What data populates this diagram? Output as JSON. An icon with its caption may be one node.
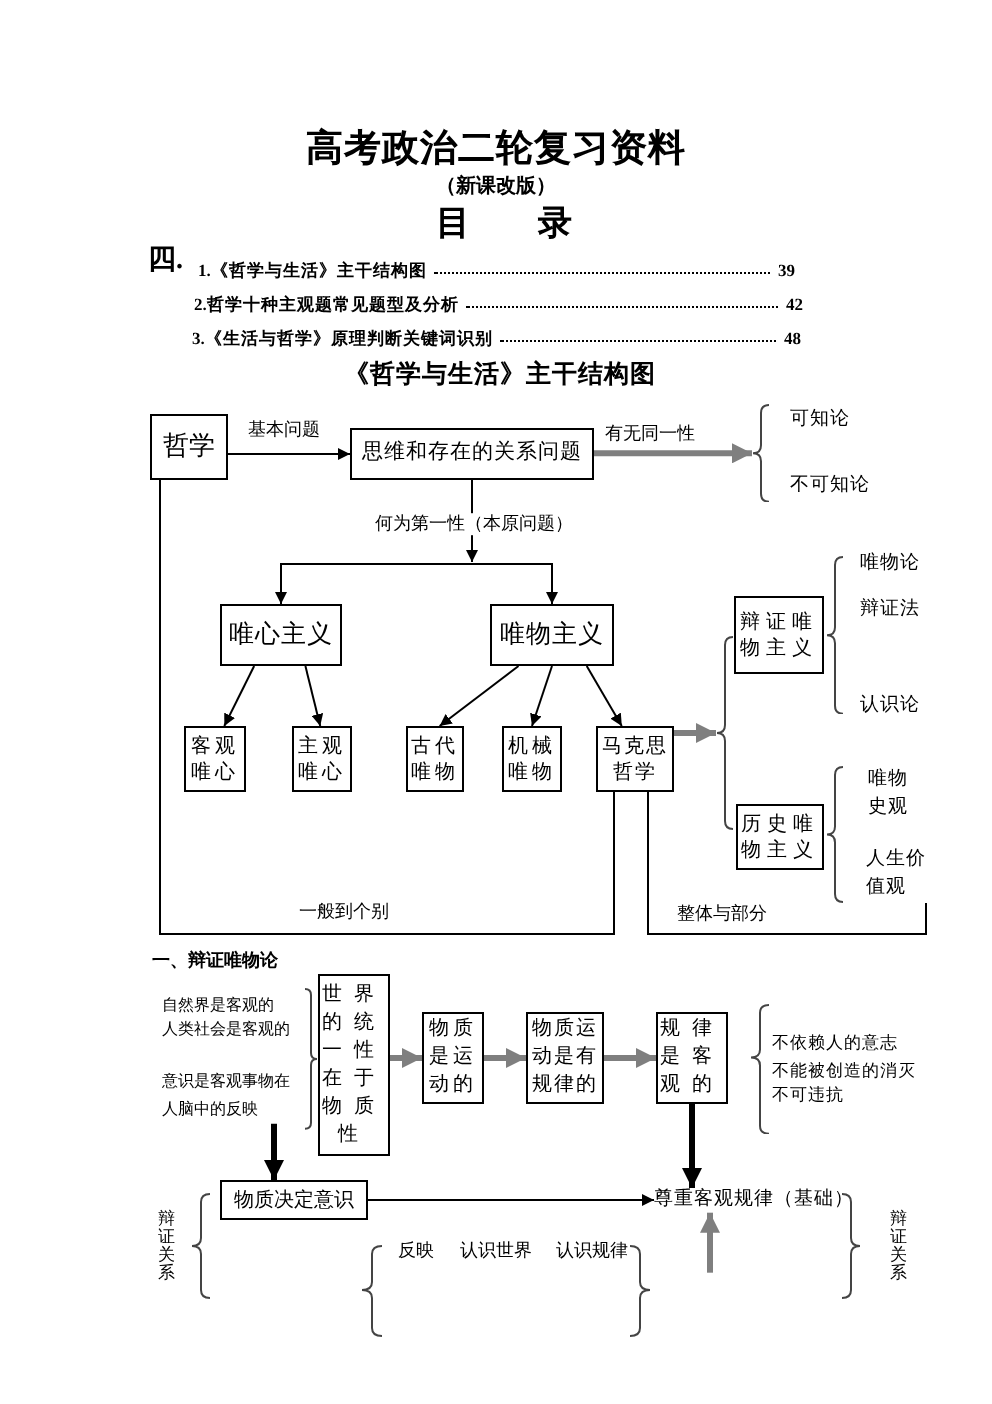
{
  "diagram": {
    "title": "高考政治二轮复习资料",
    "nodes": [
      {
        "text": [
          "哲学"
        ]
      },
      {
        "text": [
          "思维和存在的关系问题"
        ]
      },
      {
        "text": [],
        "shape": "brace"
      },
      {
        "text": [
          "可知论"
        ],
        "in": 2
      },
      {
        "text": [
          "不可知论"
        ],
        "in": 2
      },
      {
        "text": [],
        "shape": "brace"
      },
      {
        "text": [
          "唯物论"
        ],
        "in": 5
      },
      {
        "text": [
          "辩证法"
        ],
        "in": 5
      },
      {
        "text": [
          "认识论"
        ],
        "in": 5
      },
      {
        "text": [
          "唯心主义"
        ]
      },
      {
        "text": [
          "唯物主义"
        ]
      },
      {
        "text": [],
        "shape": "brace"
      },
      {
        "text": [
          "辩证唯物主义"
        ],
        "in": 11
      },
      {
        "text": [
          "历史唯物主义"
        ],
        "in": 11
      },
      {
        "text": [
          "客观唯心"
        ]
      },
      {
        "text": [
          "主观唯心"
        ]
      },
      {
        "text": [
          "古代唯物"
        ]
      },
      {
        "text": [
          "机械唯物"
        ]
      },
      {
        "text": [
          "马克思哲学"
        ]
      },
      {
        "text": [],
        "shape": "brace"
      },
      {
        "text": [
          "唯物史观"
        ],
        "in": 19
      },
      {
        "text": [
          "人生价值观"
        ],
        "in": 19
      },
      {
        "text": [],
        "shape": "brace"
      },
      {
        "text": [
          "自然界是客观的"
        ],
        "in": 22
      },
      {
        "text": [
          "人类社会是客观的"
        ],
        "in": 22
      },
      {
        "text": [
          "意识是客观事物在人脑中的反映"
        ],
        "in": 22
      },
      {
        "text": [
          "世界的统一性在于物质性"
        ]
      },
      {
        "text": [
          "物质是运动的"
        ]
      },
      {
        "text": [
          "物质运动是有规律的"
        ]
      },
      {
        "text": [
          "规律是客观的"
        ]
      },
      {
        "text": [],
        "shape": "brace"
      },
      {
        "text": [
          "不依赖人的意志"
        ],
        "in": 30
      },
      {
        "text": [
          "不能被创造的消灭"
        ],
        "in": 30
      },
      {
        "text": [
          "不可违抗"
        ],
        "in": 30
      },
      {
        "text": [
          "物质决定意识"
        ]
      },
      {
        "text": [
          "尊重客观规律（基础）"
        ]
      }
    ],
    "edges": [
      {
        "from": 0,
        "to": 1,
        "arrow": "to",
        "label": "基本问题"
      },
      {
        "from": 1,
        "to": 2,
        "arrow": "to",
        "label": "有无同一性",
        "style": "thick",
        "color": "#7f7f7f"
      },
      {
        "from": 1,
        "to": 9,
        "arrow": "to",
        "label": "何为第一性（本原问题）"
      },
      {
        "from": 1,
        "to": 10,
        "arrow": "to"
      },
      {
        "from": 9,
        "to": 14,
        "arrow": "to"
      },
      {
        "from": 9,
        "to": 15,
        "arrow": "to"
      },
      {
        "from": 10,
        "to": 16,
        "arrow": "to"
      },
      {
        "from": 10,
        "to": 17,
        "arrow": "to"
      },
      {
        "from": 10,
        "to": 18,
        "arrow": "to"
      },
      {
        "from": 18,
        "to": 11,
        "arrow": "to",
        "style": "thick",
        "color": "#7f7f7f"
      },
      {
        "from": 0,
        "to": 18,
        "arrow": "none",
        "label": "一般到个别"
      },
      {
        "from": 18,
        "to": 21,
        "arrow": "none",
        "label": "整体与部分"
      },
      {
        "from": 26,
        "to": 27,
        "arrow": "to",
        "style": "thick",
        "color": "#7f7f7f"
      },
      {
        "from": 27,
        "to": 28,
        "arrow": "to",
        "style": "thick",
        "color": "#7f7f7f"
      },
      {
        "from": 28,
        "to": 29,
        "arrow": "to",
        "style": "thick",
        "color": "#7f7f7f"
      },
      {
        "from": 29,
        "to": 35,
        "arrow": "to",
        "style": "thick"
      },
      {
        "from": 25,
        "to": 34,
        "arrow": "to",
        "style": "thick"
      },
      {
        "from": 34,
        "to": 35,
        "arrow": "to"
      },
      {
        "from": null,
        "to": 35,
        "arrow": "to",
        "style": "thick",
        "color": "#7f7f7f"
      }
    ],
    "labels": [
      "（新课改版）",
      "目录",
      "四.",
      "1.《哲学与生活》主干结构图",
      "39",
      "2.哲学十种主观题常见题型及分析",
      "42",
      "3.《生活与哲学》原理判断关键词识别",
      "48",
      "《哲学与生活》主干结构图",
      "一、辩证唯物论",
      "辩证关系",
      "反映",
      "认识世界",
      "认识规律",
      "辩证关系"
    ]
  }
}
